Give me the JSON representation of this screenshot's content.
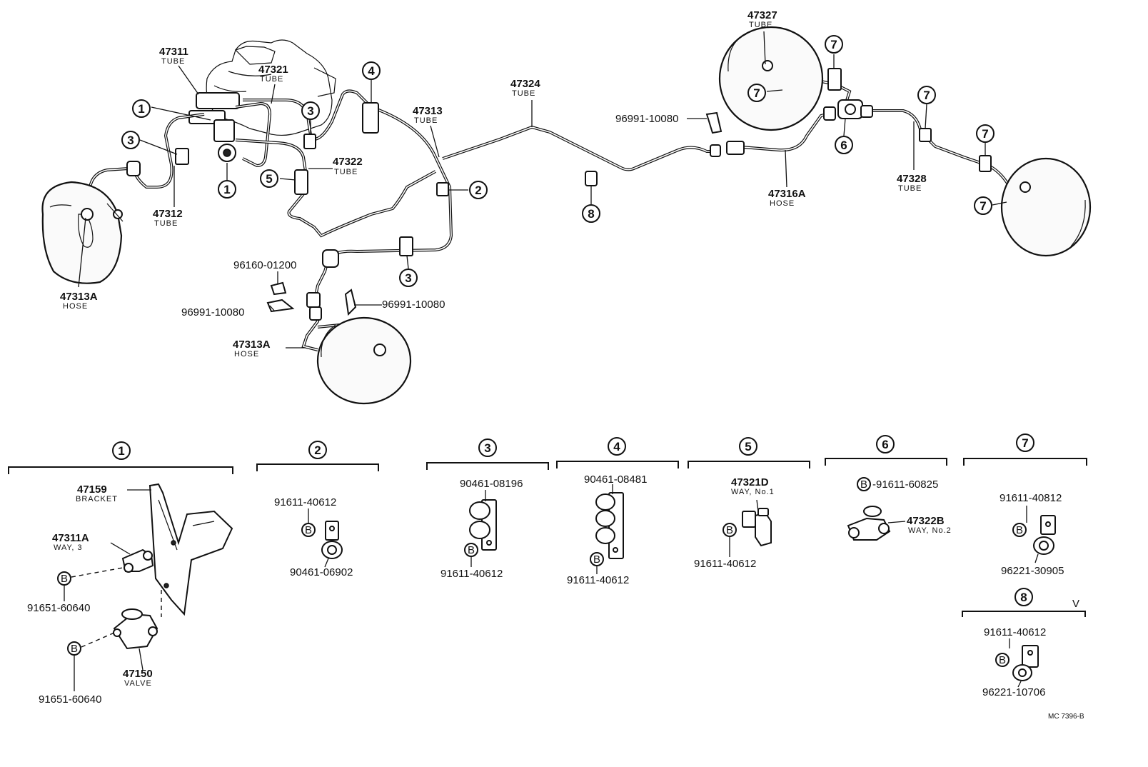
{
  "labels": {
    "p47311": {
      "num": "47311",
      "sub": "TUBE"
    },
    "p47321": {
      "num": "47321",
      "sub": "TUBE"
    },
    "p47312": {
      "num": "47312",
      "sub": "TUBE"
    },
    "p47313A_left": {
      "num": "47313A",
      "sub": "HOSE"
    },
    "p47313": {
      "num": "47313",
      "sub": "TUBE"
    },
    "p47322": {
      "num": "47322",
      "sub": "TUBE"
    },
    "p47324": {
      "num": "47324",
      "sub": "TUBE"
    },
    "p96991_top": "96991-10080",
    "p47327": {
      "num": "47327",
      "sub": "TUBE"
    },
    "p47316A": {
      "num": "47316A",
      "sub": "HOSE"
    },
    "p47328": {
      "num": "47328",
      "sub": "TUBE"
    },
    "p96160": "96160-01200",
    "p96991_left": "96991-10080",
    "p96991_mid": "96991-10080",
    "p47313A_bottom": {
      "num": "47313A",
      "sub": "HOSE"
    }
  },
  "callouts": [
    "1",
    "2",
    "3",
    "4",
    "5",
    "6",
    "7",
    "8"
  ],
  "bolt_mark": "B",
  "details": {
    "d1": {
      "num": "1",
      "bracket": {
        "num": "47159",
        "sub": "BRACKET"
      },
      "way": {
        "num": "47311A",
        "sub": "WAY, 3"
      },
      "bolt1": "91651-60640",
      "valve": {
        "num": "47150",
        "sub": "VALVE"
      },
      "bolt2": "91651-60640"
    },
    "d2": {
      "num": "2",
      "bolt": "91611-40612",
      "clamp": "90461-06902"
    },
    "d3": {
      "num": "3",
      "clamp": "90461-08196",
      "bolt": "91611-40612"
    },
    "d4": {
      "num": "4",
      "clamp": "90461-08481",
      "bolt": "91611-40612"
    },
    "d5": {
      "num": "5",
      "way": {
        "num": "47321D",
        "sub": "WAY, No.1"
      },
      "bolt": "91611-40612"
    },
    "d6": {
      "num": "6",
      "bolt": "-91611-60825",
      "way": {
        "num": "47322B",
        "sub": "WAY, No.2"
      }
    },
    "d7": {
      "num": "7",
      "bolt": "91611-40812",
      "clamp": "96221-30905"
    },
    "d8": {
      "num": "8",
      "bolt": "91611-40612",
      "clamp": "96221-10706",
      "mark": "V"
    }
  },
  "footer_code": "MC 7396-B"
}
